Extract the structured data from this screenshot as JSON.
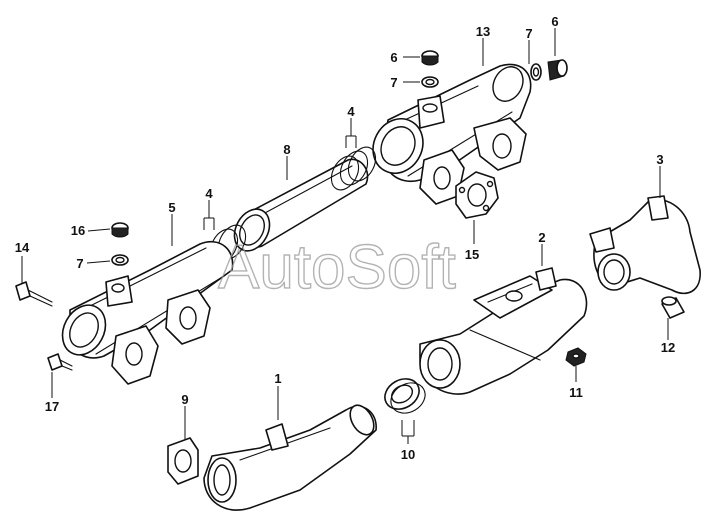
{
  "watermark": "AutoSoft",
  "callouts": [
    {
      "id": "c1",
      "label": "1"
    },
    {
      "id": "c2",
      "label": "2"
    },
    {
      "id": "c3",
      "label": "3"
    },
    {
      "id": "c4a",
      "label": "4"
    },
    {
      "id": "c4b",
      "label": "4"
    },
    {
      "id": "c5",
      "label": "5"
    },
    {
      "id": "c6a",
      "label": "6"
    },
    {
      "id": "c6b",
      "label": "6"
    },
    {
      "id": "c7a",
      "label": "7"
    },
    {
      "id": "c7b",
      "label": "7"
    },
    {
      "id": "c7c",
      "label": "7"
    },
    {
      "id": "c8",
      "label": "8"
    },
    {
      "id": "c9",
      "label": "9"
    },
    {
      "id": "c10",
      "label": "10"
    },
    {
      "id": "c11",
      "label": "11"
    },
    {
      "id": "c12",
      "label": "12"
    },
    {
      "id": "c13",
      "label": "13"
    },
    {
      "id": "c14",
      "label": "14"
    },
    {
      "id": "c15",
      "label": "15"
    },
    {
      "id": "c16",
      "label": "16"
    },
    {
      "id": "c17",
      "label": "17"
    }
  ]
}
